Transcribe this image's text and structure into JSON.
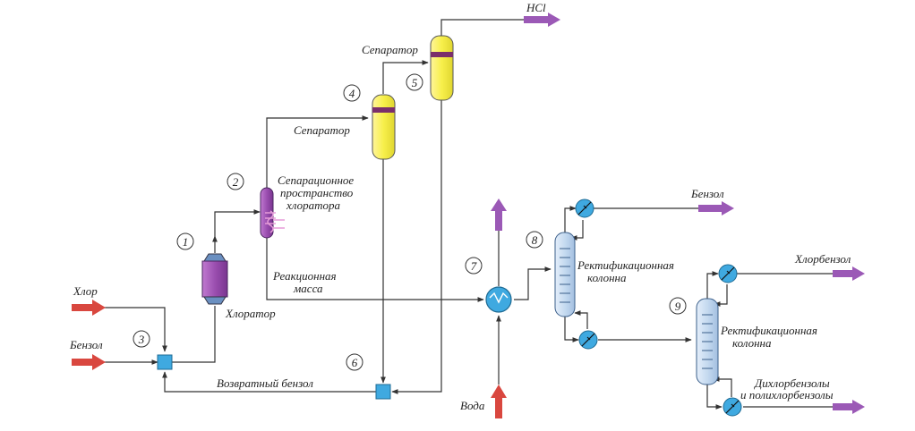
{
  "labels": {
    "hcl": "HCl",
    "separator_top": "Сепаратор",
    "separator_mid": "Сепаратор",
    "sep_space_1": "Сепарационное",
    "sep_space_2": "пространство",
    "sep_space_3": "хлоратора",
    "reaction_1": "Реакционная",
    "reaction_2": "масса",
    "chlorinator": "Хлоратор",
    "chlorine": "Хлор",
    "benzene_in": "Бензол",
    "return_benzene": "Возвратный бензол",
    "water": "Вода",
    "benzene_out": "Бензол",
    "rect1_1": "Ректификационная",
    "rect1_2": "колонна",
    "rect2_1": "Ректификационная",
    "rect2_2": "колонна",
    "chlorobenzene": "Хлорбензол",
    "dichloro_1": "Дихлорбензолы",
    "dichloro_2": "и полихлорбензолы"
  },
  "numbers": [
    "1",
    "2",
    "3",
    "4",
    "5",
    "6",
    "7",
    "8",
    "9"
  ],
  "colors": {
    "feed_arrow": "#d9473f",
    "product_arrow": "#9b59b6",
    "separator": "#f7ef5a",
    "separator_band": "#7b2f6b",
    "chlorinator": "#9b4fb0",
    "mixer": "#3fa9e0",
    "column": "#c5daf0",
    "exchanger": "#3fa9e0"
  }
}
